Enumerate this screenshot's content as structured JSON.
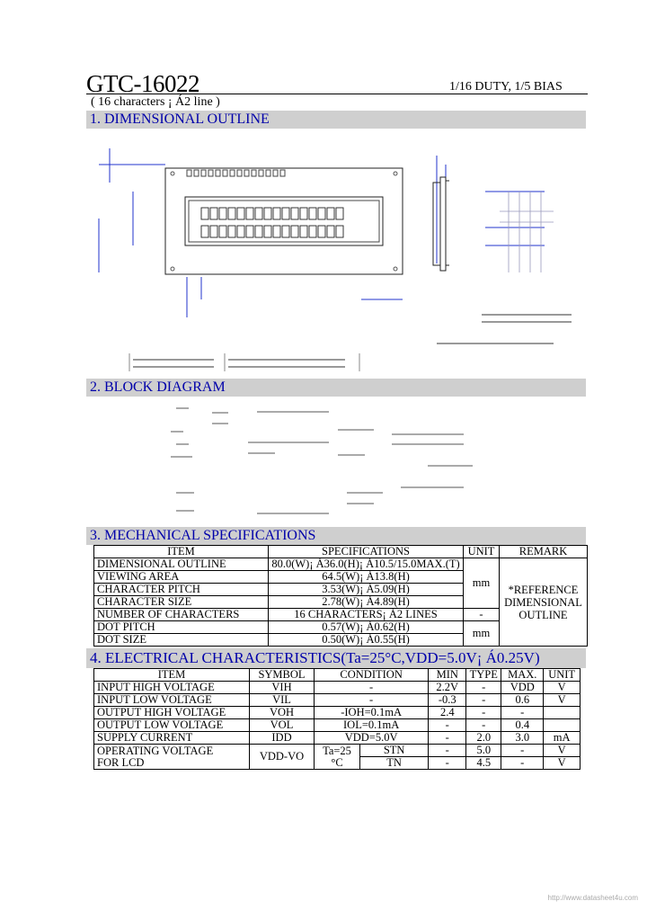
{
  "header": {
    "title": "GTC-16022",
    "spec_right": "1/16 DUTY, 1/5 BIAS",
    "subtitle": "( 16 characters ¡ Á2 line )"
  },
  "sections": {
    "s1": "1. DIMENSIONAL OUTLINE",
    "s2": "2. BLOCK DIAGRAM",
    "s3": "3. MECHANICAL SPECIFICATIONS",
    "s4": "4. ELECTRICAL CHARACTERISTICS(Ta=25°C,VDD=5.0V¡ Á0.25V)"
  },
  "mechanical": {
    "headers": [
      "ITEM",
      "SPECIFICATIONS",
      "UNIT",
      "REMARK"
    ],
    "rows": [
      {
        "item": "DIMENSIONAL    OUTLINE",
        "spec": "80.0(W)¡ Á36.0(H)¡ Á10.5/15.0MAX.(T)"
      },
      {
        "item": "VIEWING    AREA",
        "spec": "64.5(W)¡ Á13.8(H)"
      },
      {
        "item": "CHARACTER PITCH",
        "spec": "3.53(W)¡ Á5.09(H)"
      },
      {
        "item": "CHARACTER SIZE",
        "spec": "2.78(W)¡ Á4.89(H)"
      },
      {
        "item": "NUMBER OF CHARACTERS",
        "spec": "16 CHARACTERS¡ Á2 LINES"
      },
      {
        "item": "DOT PITCH",
        "spec": "0.57(W)¡ Á0.62(H)"
      },
      {
        "item": "DOT SIZE",
        "spec": "0.50(W)¡ Á0.55(H)"
      }
    ],
    "unit_mm": "mm",
    "unit_dash": "-",
    "unit_mm2": "mm",
    "remark": [
      "*REFERENCE",
      "DIMENSIONAL",
      "OUTLINE"
    ]
  },
  "electrical": {
    "headers": [
      "ITEM",
      "SYMBOL",
      "CONDITION",
      "MIN",
      "TYPE",
      "MAX.",
      "UNIT"
    ],
    "rows": [
      {
        "item": "INPUT HIGH VOLTAGE",
        "symbol": "VIH",
        "cond": "-",
        "min": "2.2V",
        "type": "-",
        "max": "VDD",
        "unit": "V"
      },
      {
        "item": "INPUT LOW VOLTAGE",
        "symbol": "VIL",
        "cond": "-",
        "min": "-0.3",
        "type": "-",
        "max": "0.6",
        "unit": "V"
      },
      {
        "item": "OUTPUT HIGH VOLTAGE",
        "symbol": "VOH",
        "cond": "-IOH=0.1mA",
        "min": "2.4",
        "type": "-",
        "max": "-",
        "unit": ""
      },
      {
        "item": "OUTPUT LOW VOLTAGE",
        "symbol": "VOL",
        "cond": "IOL=0.1mA",
        "min": "-",
        "type": "-",
        "max": "0.4",
        "unit": ""
      },
      {
        "item": "SUPPLY CURRENT",
        "symbol": "IDD",
        "cond": "VDD=5.0V",
        "min": "-",
        "type": "2.0",
        "max": "3.0",
        "unit": "mA"
      }
    ],
    "op_item_1": "OPERATING VOLTAGE",
    "op_item_2": "FOR LCD",
    "op_symbol": "VDD-VO",
    "op_cond_1": "Ta=25",
    "op_cond_2": "°C",
    "op_rows": [
      {
        "mode": "STN",
        "min": "-",
        "type": "5.0",
        "max": "-",
        "unit": "V"
      },
      {
        "mode": "TN",
        "min": "-",
        "type": "4.5",
        "max": "-",
        "unit": "V"
      }
    ]
  },
  "watermark": "http://www.datasheet4u.com"
}
